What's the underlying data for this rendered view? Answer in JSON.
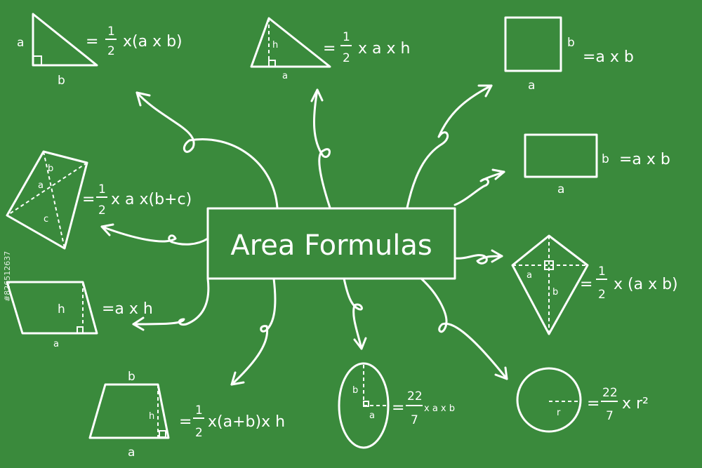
{
  "title": "Area Formulas",
  "watermark_id": "#826512637",
  "colors": {
    "board": "#3a8a3c",
    "chalk": "#ffffff"
  },
  "shapes": {
    "right_triangle": {
      "side_a": "a",
      "side_b": "b",
      "formula_prefix": "=",
      "frac_num": "1",
      "frac_den": "2",
      "formula_rest": "x(a x b)"
    },
    "triangle": {
      "height": "h",
      "base": "a",
      "formula_prefix": "=",
      "frac_num": "1",
      "frac_den": "2",
      "formula_rest": "x a x h"
    },
    "square": {
      "side_a": "a",
      "side_b": "b",
      "formula": "=a x b"
    },
    "rectangle": {
      "side_a": "a",
      "side_b": "b",
      "formula": "=a x b"
    },
    "quadrilateral": {
      "a": "a",
      "b": "b",
      "c": "c",
      "formula_prefix": "=",
      "frac_num": "1",
      "frac_den": "2",
      "formula_rest": "x a x(b+c)"
    },
    "kite": {
      "a": "a",
      "b": "b",
      "formula_prefix": "=",
      "frac_num": "1",
      "frac_den": "2",
      "formula_rest": "x (a x b)"
    },
    "parallelogram": {
      "height": "h",
      "base": "a",
      "formula": "=a x h"
    },
    "trapezoid": {
      "top": "b",
      "height": "h",
      "bottom": "a",
      "formula_prefix": "=",
      "frac_num": "1",
      "frac_den": "2",
      "formula_rest": "x(a+b)x h"
    },
    "ellipse": {
      "a": "a",
      "b": "b",
      "formula_prefix": "=",
      "frac_num": "22",
      "frac_den": "7",
      "formula_rest": "x a x b"
    },
    "circle": {
      "r": "r",
      "formula_prefix": "=",
      "frac_num": "22",
      "frac_den": "7",
      "formula_rest": "x r²"
    }
  }
}
